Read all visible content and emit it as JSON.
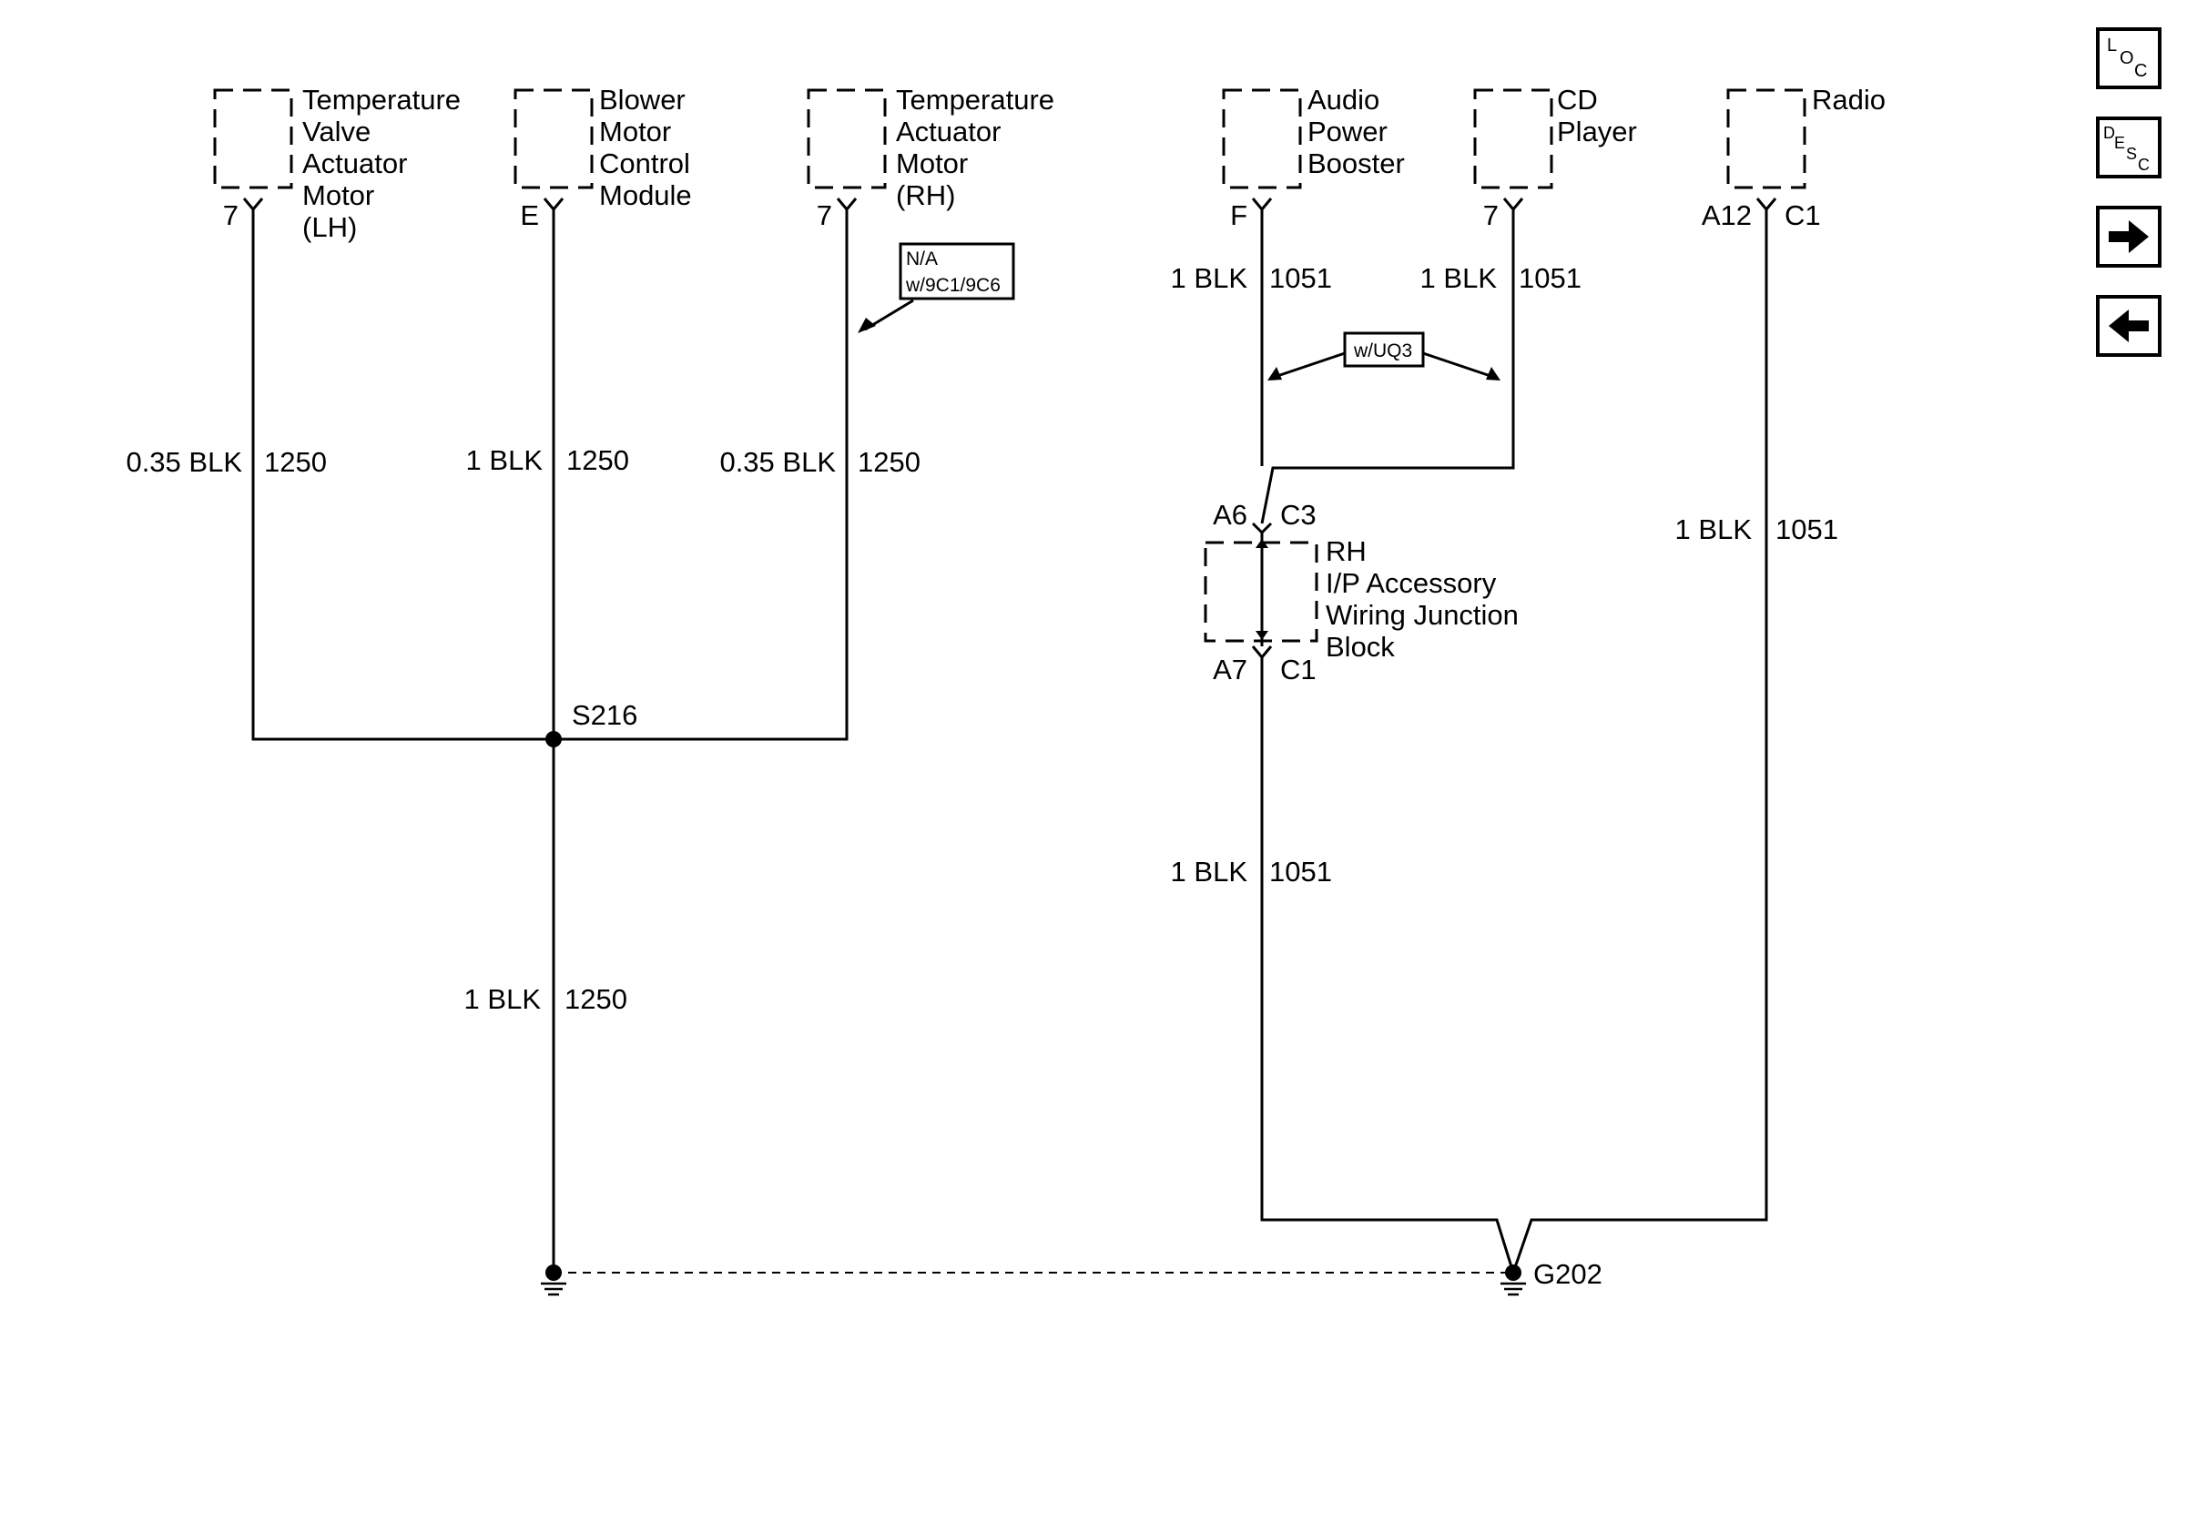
{
  "components": {
    "temp_valve_lh": {
      "lines": [
        "Temperature",
        "Valve",
        "Actuator",
        "Motor",
        "(LH)"
      ],
      "pin": "7"
    },
    "blower_module": {
      "lines": [
        "Blower",
        "Motor",
        "Control",
        "Module"
      ],
      "pin": "E"
    },
    "temp_actuator_rh": {
      "lines": [
        "Temperature",
        "Actuator",
        "Motor",
        "(RH)"
      ],
      "pin": "7"
    },
    "audio_booster": {
      "lines": [
        "Audio",
        "Power",
        "Booster"
      ],
      "pin": "F"
    },
    "cd_player": {
      "lines": [
        "CD",
        "Player"
      ],
      "pin": "7"
    },
    "radio": {
      "lines": [
        "Radio"
      ],
      "pin": "A12",
      "connector": "C1"
    },
    "junction_block": {
      "lines": [
        "RH",
        "I/P Accessory",
        "Wiring Junction",
        "Block"
      ],
      "pin_top": "A6",
      "conn_top": "C3",
      "pin_bottom": "A7",
      "conn_bottom": "C1"
    }
  },
  "wires": {
    "w1": {
      "gauge": "0.35 BLK",
      "circuit": "1250"
    },
    "w2": {
      "gauge": "1 BLK",
      "circuit": "1250"
    },
    "w3": {
      "gauge": "0.35 BLK",
      "circuit": "1250"
    },
    "w4": {
      "gauge": "1 BLK",
      "circuit": "1250"
    },
    "w5": {
      "gauge": "1 BLK",
      "circuit": "1051"
    },
    "w6": {
      "gauge": "1 BLK",
      "circuit": "1051"
    },
    "w7": {
      "gauge": "1 BLK",
      "circuit": "1051"
    },
    "w8": {
      "gauge": "1 BLK",
      "circuit": "1051"
    }
  },
  "notes": {
    "na": [
      "N/A",
      "w/9C1/9C6"
    ],
    "uq3": "w/UQ3"
  },
  "splice": "S216",
  "ground": "G202",
  "nav": {
    "loc": [
      "L",
      "O",
      "C"
    ],
    "desc": [
      "D",
      "E",
      "S",
      "C"
    ],
    "next_icon": "right-arrow-icon",
    "prev_icon": "left-arrow-icon"
  }
}
